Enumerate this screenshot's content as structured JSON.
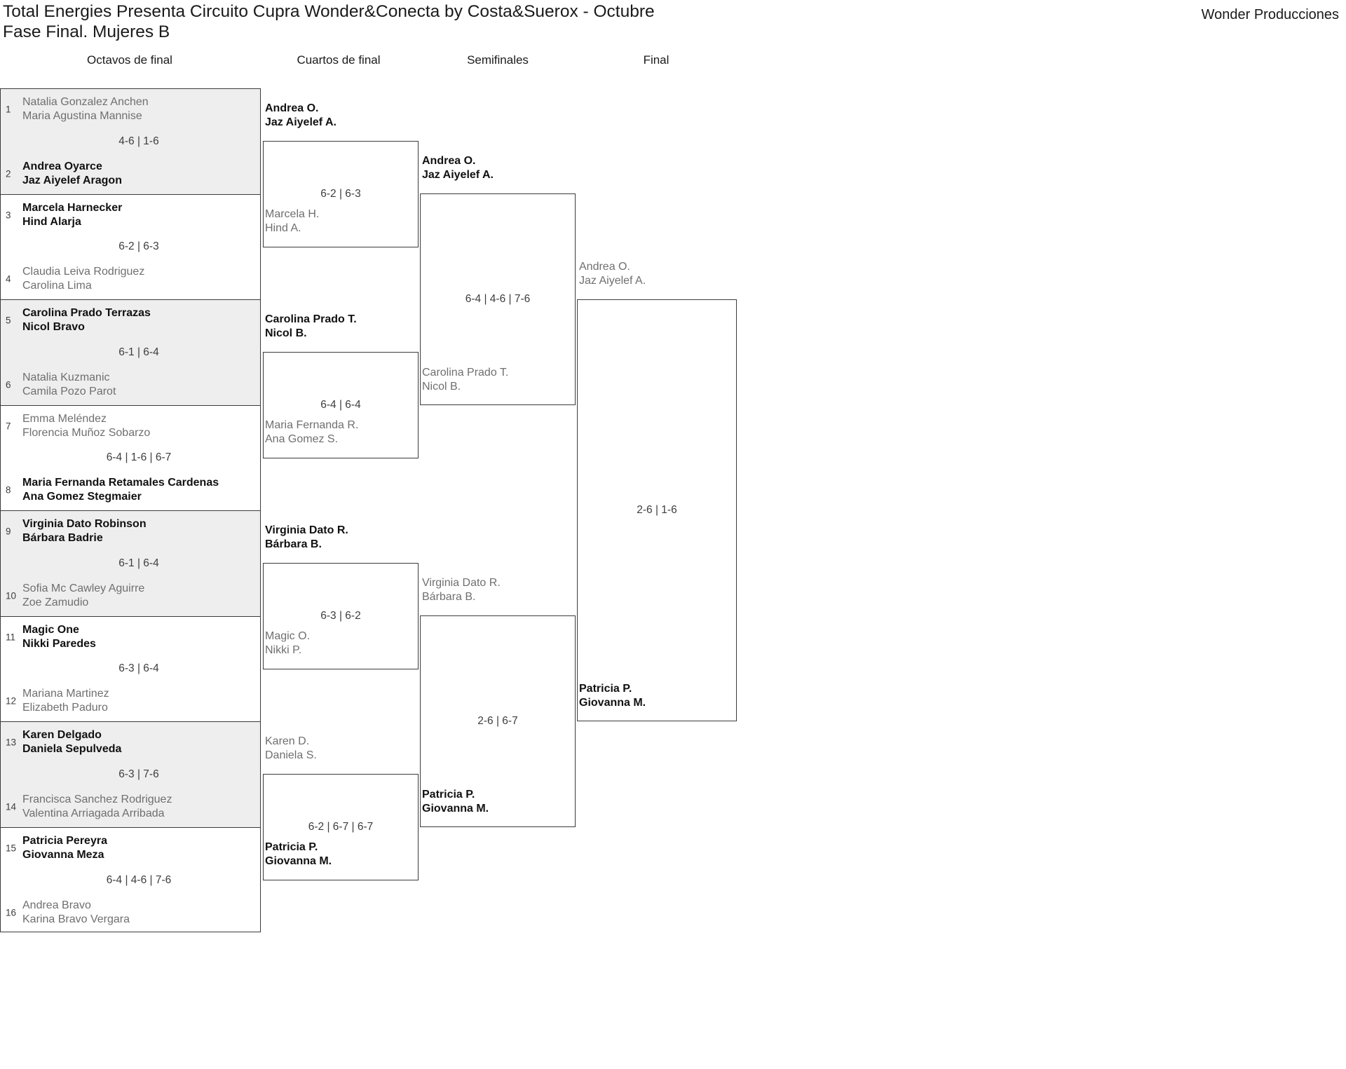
{
  "header": {
    "title": "Total Energies Presenta Circuito Cupra Wonder&Conecta by Costa&Suerox - Octubre\nFase Final. Mujeres B",
    "brand": "Wonder Producciones"
  },
  "rounds": [
    {
      "id": "octavos",
      "label": "Octavos de final"
    },
    {
      "id": "cuartos",
      "label": "Cuartos de final"
    },
    {
      "id": "semis",
      "label": "Semifinales"
    },
    {
      "id": "final",
      "label": "Final"
    }
  ],
  "bracket": {
    "round1": [
      {
        "score": "4-6 | 1-6",
        "top": {
          "seed": "1",
          "line1": "Natalia Gonzalez Anchen",
          "line2": "Maria Agustina Mannise",
          "winner": false
        },
        "bottom": {
          "seed": "2",
          "line1": "Andrea Oyarce",
          "line2": "Jaz Aiyelef Aragon",
          "winner": true
        }
      },
      {
        "score": "6-2 | 6-3",
        "top": {
          "seed": "3",
          "line1": "Marcela Harnecker",
          "line2": "Hind Alarja",
          "winner": true
        },
        "bottom": {
          "seed": "4",
          "line1": "Claudia Leiva Rodriguez",
          "line2": "Carolina Lima",
          "winner": false
        }
      },
      {
        "score": "6-1 | 6-4",
        "top": {
          "seed": "5",
          "line1": "Carolina Prado Terrazas",
          "line2": "Nicol Bravo",
          "winner": true
        },
        "bottom": {
          "seed": "6",
          "line1": "Natalia Kuzmanic",
          "line2": "Camila Pozo Parot",
          "winner": false
        }
      },
      {
        "score": "6-4 | 1-6 | 6-7",
        "top": {
          "seed": "7",
          "line1": "Emma Meléndez",
          "line2": "Florencia Muñoz Sobarzo",
          "winner": false
        },
        "bottom": {
          "seed": "8",
          "line1": "Maria Fernanda Retamales Cardenas",
          "line2": "Ana Gomez Stegmaier",
          "winner": true
        }
      },
      {
        "score": "6-1 | 6-4",
        "top": {
          "seed": "9",
          "line1": "Virginia Dato Robinson",
          "line2": "Bárbara Badrie",
          "winner": true
        },
        "bottom": {
          "seed": "10",
          "line1": "Sofia Mc Cawley Aguirre",
          "line2": "Zoe Zamudio",
          "winner": false
        }
      },
      {
        "score": "6-3 | 6-4",
        "top": {
          "seed": "11",
          "line1": "Magic One",
          "line2": "Nikki Paredes",
          "winner": true
        },
        "bottom": {
          "seed": "12",
          "line1": "Mariana Martinez",
          "line2": "Elizabeth Paduro",
          "winner": false
        }
      },
      {
        "score": "6-3 | 7-6",
        "top": {
          "seed": "13",
          "line1": "Karen Delgado",
          "line2": "Daniela Sepulveda",
          "winner": true
        },
        "bottom": {
          "seed": "14",
          "line1": "Francisca Sanchez Rodriguez",
          "line2": "Valentina Arriagada Arribada",
          "winner": false
        }
      },
      {
        "score": "6-4 | 4-6 | 7-6",
        "top": {
          "seed": "15",
          "line1": "Patricia Pereyra",
          "line2": "Giovanna Meza",
          "winner": true
        },
        "bottom": {
          "seed": "16",
          "line1": "Andrea Bravo",
          "line2": "Karina Bravo Vergara",
          "winner": false
        }
      }
    ],
    "round2": [
      {
        "score": "6-2 | 6-3",
        "top": {
          "line1": "Andrea O.",
          "line2": "Jaz Aiyelef A.",
          "winner": true
        },
        "bottom": {
          "line1": "Marcela H.",
          "line2": "Hind A.",
          "winner": false
        }
      },
      {
        "score": "6-4 | 6-4",
        "top": {
          "line1": "Carolina Prado T.",
          "line2": "Nicol B.",
          "winner": true
        },
        "bottom": {
          "line1": "Maria Fernanda R.",
          "line2": "Ana Gomez S.",
          "winner": false
        }
      },
      {
        "score": "6-3 | 6-2",
        "top": {
          "line1": "Virginia Dato R.",
          "line2": "Bárbara B.",
          "winner": true
        },
        "bottom": {
          "line1": "Magic O.",
          "line2": "Nikki P.",
          "winner": false
        }
      },
      {
        "score": "6-2 | 6-7 | 6-7",
        "top": {
          "line1": "Karen D.",
          "line2": "Daniela S.",
          "winner": false
        },
        "bottom": {
          "line1": "Patricia P.",
          "line2": "Giovanna M.",
          "winner": true
        }
      }
    ],
    "round3": [
      {
        "score": "6-4 | 4-6 | 7-6",
        "top": {
          "line1": "Andrea O.",
          "line2": "Jaz Aiyelef A.",
          "winner": true
        },
        "bottom": {
          "line1": "Carolina Prado T.",
          "line2": "Nicol B.",
          "winner": false
        }
      },
      {
        "score": "2-6 | 6-7",
        "top": {
          "line1": "Virginia Dato R.",
          "line2": "Bárbara B.",
          "winner": false
        },
        "bottom": {
          "line1": "Patricia P.",
          "line2": "Giovanna M.",
          "winner": true
        }
      }
    ],
    "round4": [
      {
        "score": "2-6 | 1-6",
        "top": {
          "line1": "Andrea O.",
          "line2": "Jaz Aiyelef A.",
          "winner": false
        },
        "bottom": {
          "line1": "Patricia P.",
          "line2": "Giovanna M.",
          "winner": true
        }
      }
    ],
    "champion": {
      "line1": "Patricia P.",
      "line2": "Giovanna M.",
      "winner": true
    }
  },
  "colors": {
    "border": "#3b3b3b",
    "shaded_row": "#eeeeee",
    "winner_text": "#111111",
    "loser_text": "#6f6f6f",
    "score_text": "#3d3d3d"
  }
}
